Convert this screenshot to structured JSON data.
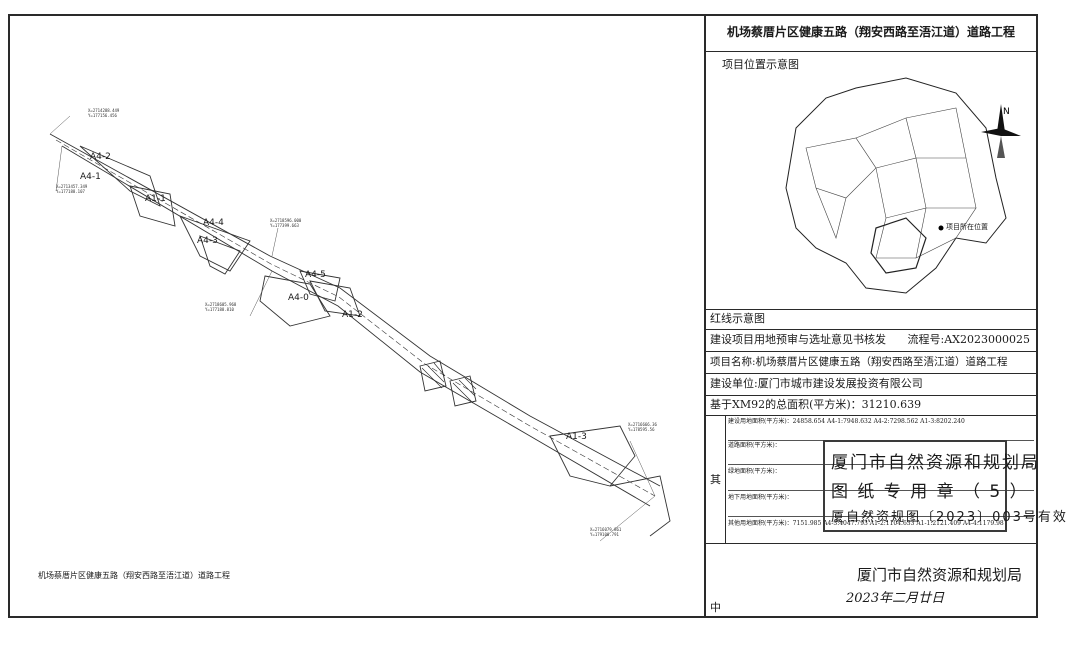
{
  "panel": {
    "project_title": "机场蔡厝片区健康五路（翔安西路至浯江道）道路工程",
    "location_label": "项目位置示意图",
    "site_label": "项目所在位置",
    "redline_label": "红线示意图",
    "approval_row": "建设项目用地预审与选址意见书核发",
    "flow_no": "流程号:AX2023000025",
    "project_name": "项目名称:机场蔡厝片区健康五路（翔安西路至浯江道）道路工程",
    "builder": "建设单位:厦门市城市建设发展投资有限公司",
    "total_area": "基于XM92的总面积(平方米)：31210.639",
    "of_which": "其中",
    "sub_rows": [
      "建设用地面积(平方米)：24858.654 A4-1:7948.632 A4-2:7298.562 A1-3:8202.240",
      "道路面积(平方米)：",
      "绿地面积(平方米)：",
      "地下用地面积(平方米)：",
      "其他用地面积(平方米)：7151.985 A4-3:4047.793 A1-2:1104.633 A1-1:2121.409 A4-4:1179.987"
    ]
  },
  "stamp": {
    "line1": "厦门市自然资源和规划局",
    "line2": "图 纸 专 用 章 （ 5 ）",
    "line3": "厦自然资规图〔2023〕003号有效"
  },
  "footer": {
    "drawing_title": "机场蔡厝片区健康五路（翔安西路至浯江道）道路工程",
    "authority": "厦门市自然资源和规划局",
    "date": "2023年二月廿日"
  },
  "plan_labels": [
    "A4-2",
    "A4-1",
    "A1-1",
    "A4-4",
    "A4-3",
    "A4-0",
    "A1-2",
    "A1-3",
    "A4-5"
  ],
  "coord_labels": [
    "X=2714288.449 Y=177156.456",
    "X=2713457.349 Y=177188.107",
    "X=2718596.000 Y=177399.663",
    "X=2718605.968 Y=177188.810",
    "X=2716666.36 Y=178595.56",
    "X=2716079.861 Y=179100.791"
  ]
}
